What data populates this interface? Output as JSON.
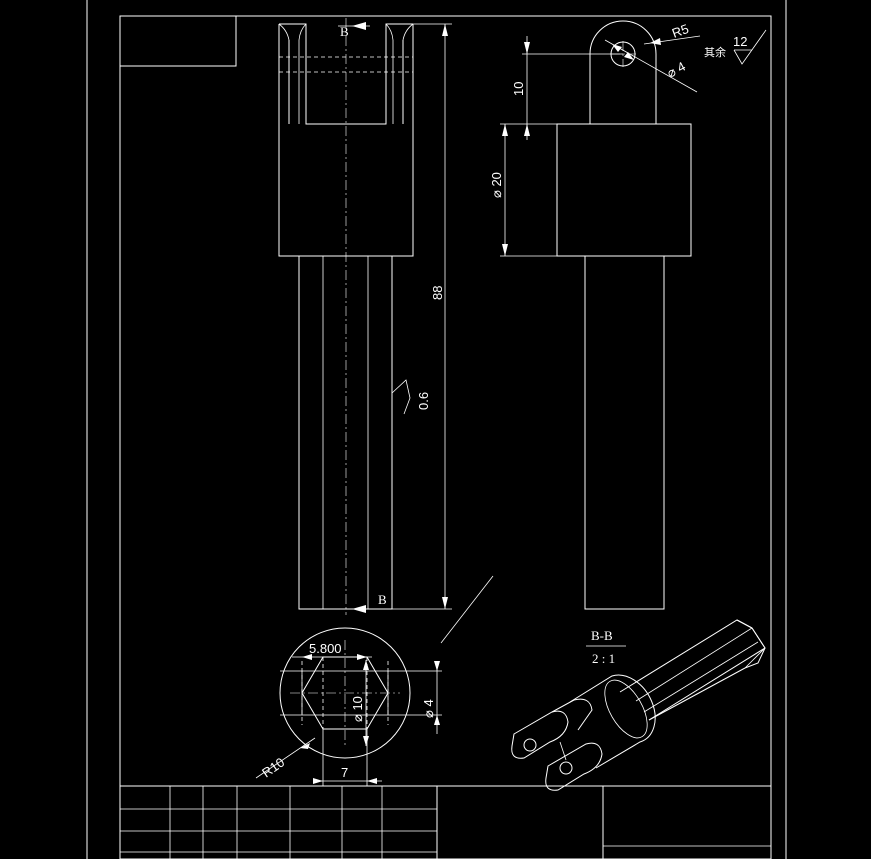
{
  "dimensions": {
    "overall_length": "88",
    "head_diameter": "⌀ 20",
    "eye_offset": "10",
    "eye_radius": "R5",
    "hole_diameter": "⌀ 4",
    "hex_across_flats": "5.800",
    "hex_pin_diameter": "⌀ 10",
    "slot_width": "⌀ 4",
    "outer_radius": "R10",
    "bottom_width": "7"
  },
  "surface_finish": {
    "shaft": "0.6",
    "general_value": "12",
    "general_label": "其余"
  },
  "section": {
    "mark": "B",
    "title": "B-B",
    "scale": "2 : 1"
  },
  "colors": {
    "background": "#000000",
    "lines": "#ffffff"
  }
}
